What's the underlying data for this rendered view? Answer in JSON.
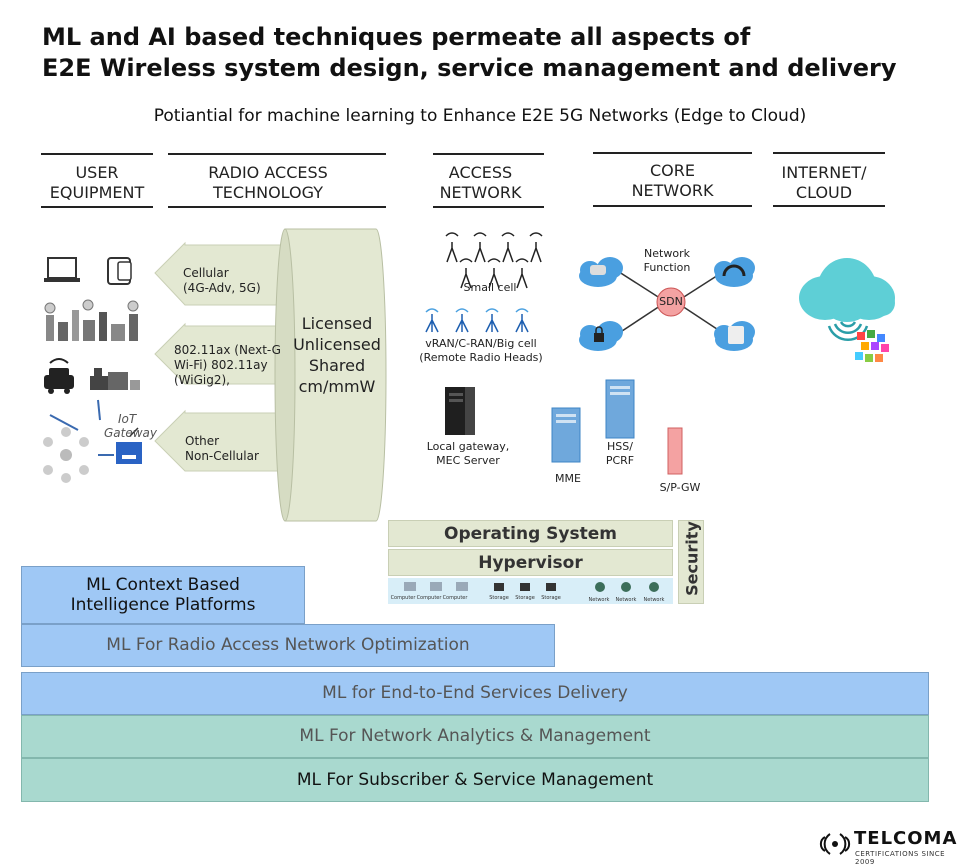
{
  "title_line1": "ML and AI based techniques permeate all aspects of",
  "title_line2": "E2E Wireless system design, service management and delivery",
  "subtitle": "Potiantial for machine learning to Enhance E2E 5G Networks (Edge to Cloud)",
  "columns": {
    "ue_line1": "USER",
    "ue_line2": "EQUIPMENT",
    "rat_line1": "RADIO ACCESS",
    "rat_line2": "TECHNOLOGY",
    "an_line1": "ACCESS",
    "an_line2": "NETWORK",
    "core_line1": "CORE",
    "core_line2": "NETWORK",
    "inet_line1": "INTERNET/",
    "inet_line2": "CLOUD"
  },
  "ue": {
    "iot_label": "IoT",
    "gateway_label": "Gateway"
  },
  "rat": {
    "arrow1_line1": "Cellular",
    "arrow1_line2": "(4G-Adv, 5G)",
    "arrow2_line1": "802.11ax (Next-G",
    "arrow2_line2": "Wi-Fi) 802.11ay",
    "arrow2_line3": "(WiGig2),",
    "arrow3_line1": "Other",
    "arrow3_line2": "Non-Cellular",
    "cyl_line1": "Licensed",
    "cyl_line2": "Unlicensed",
    "cyl_line3": "Shared",
    "cyl_line4": "cm/mmW"
  },
  "access": {
    "small_cell": "Small cell",
    "vran_line1": "vRAN/C-RAN/Big cell",
    "vran_line2": "(Remote Radio Heads)",
    "gateway_line1": "Local gateway,",
    "gateway_line2": "MEC Server"
  },
  "core": {
    "nf_line1": "Network",
    "nf_line2": "Function",
    "sdn": "SDN",
    "mme": "MME",
    "hss_line1": "HSS/",
    "hss_line2": "PCRF",
    "spgw": "S/P-GW"
  },
  "stack": {
    "os": "Operating System",
    "hypervisor": "Hypervisor",
    "security": "Security",
    "computer": "Computer",
    "storage": "Storage",
    "network": "Network"
  },
  "bands": {
    "context_line1": "ML Context Based",
    "context_line2": "Intelligence Platforms",
    "ran": "ML For Radio Access Network Optimization",
    "e2e": "ML for End-to-End Services Delivery",
    "analytics": "ML For Network Analytics & Management",
    "subscriber": "ML For Subscriber & Service Management"
  },
  "logo": {
    "name": "TELCOMA",
    "tagline": "CERTIFICATIONS SINCE 2009"
  },
  "colors": {
    "blue_band": "#9fc8f5",
    "teal_band": "#a9d9cf",
    "cylinder": "#e3e8d2",
    "cloud": "#5ecfd6",
    "sdn": "#f4a2a2"
  }
}
